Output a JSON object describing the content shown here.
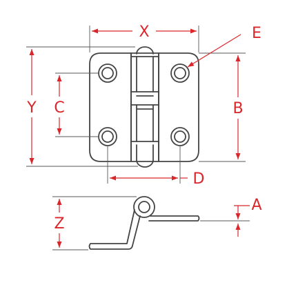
{
  "colors": {
    "dimension": "#d9262b",
    "part_outline": "#444444",
    "extension_line": "#555555",
    "background": "#ffffff"
  },
  "labels": {
    "x": "X",
    "y": "Y",
    "c": "C",
    "b": "B",
    "d": "D",
    "e": "E",
    "a": "A",
    "z": "Z"
  }
}
